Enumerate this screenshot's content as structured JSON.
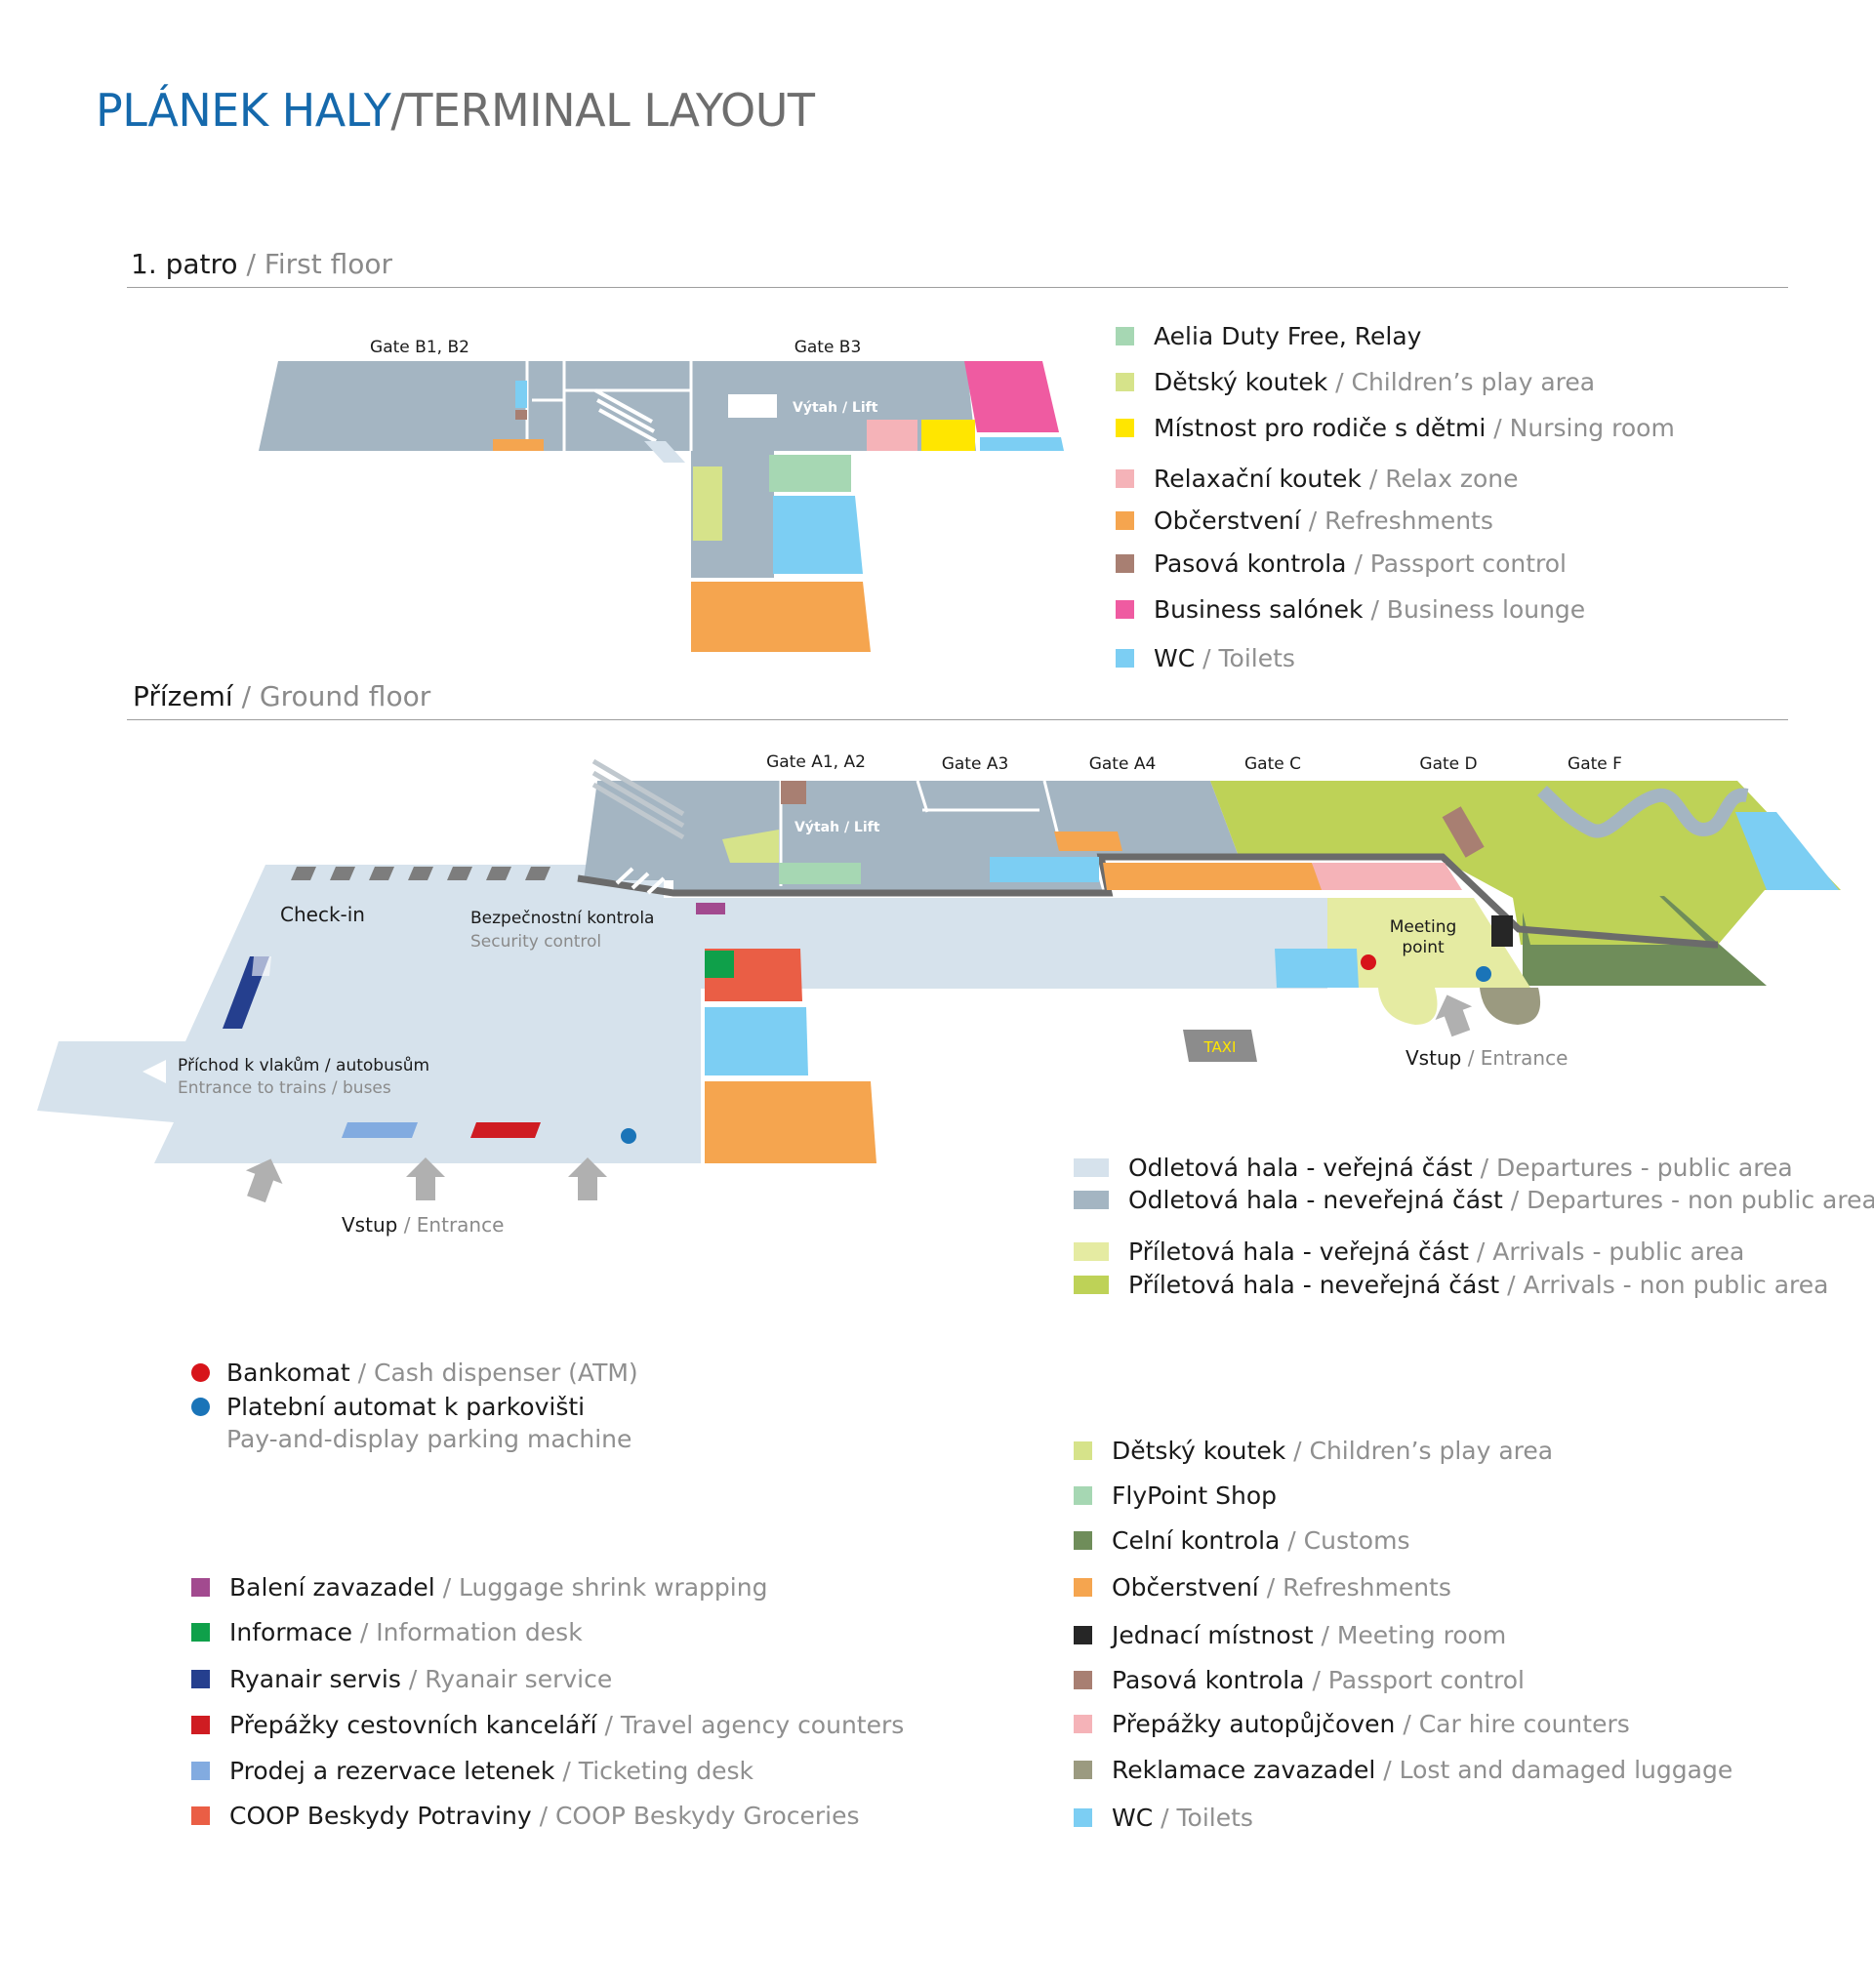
{
  "title": {
    "cz": "PLÁNEK HALY",
    "sep": "/",
    "en": "TERMINAL LAYOUT"
  },
  "first_floor": {
    "heading_cz": "1. patro",
    "heading_en": "/ First floor",
    "labels": {
      "gate_b1_b2": "Gate B1, B2",
      "gate_b3": "Gate B3",
      "lift": "Výtah / Lift"
    },
    "legend": [
      {
        "cz": "Aelia Duty Free, Relay",
        "en": "",
        "color": "#a6d7b3"
      },
      {
        "cz": "Dětský koutek",
        "en": "/ Children’s play area",
        "color": "#d6e38a"
      },
      {
        "cz": "Místnost pro rodiče s dětmi",
        "en": "/ Nursing room",
        "color": "#ffe600"
      },
      {
        "cz": "Relaxační koutek",
        "en": "/ Relax zone",
        "color": "#f5b3b8"
      },
      {
        "cz": "Občerstvení",
        "en": "/ Refreshments",
        "color": "#f5a54f"
      },
      {
        "cz": "Pasová kontrola",
        "en": "/ Passport control",
        "color": "#a87f72"
      },
      {
        "cz": "Business salónek",
        "en": "/ Business lounge",
        "color": "#ef5ba1"
      },
      {
        "cz": "WC",
        "en": "/ Toilets",
        "color": "#7ccef3"
      }
    ]
  },
  "ground_floor": {
    "heading_cz": "Přízemí",
    "heading_en": "/ Ground floor",
    "labels": {
      "gate_a1_a2": "Gate A1, A2",
      "gate_a3": "Gate A3",
      "gate_a4": "Gate A4",
      "gate_c": "Gate C",
      "gate_d": "Gate D",
      "gate_f": "Gate F",
      "lift": "Výtah / Lift",
      "checkin": "Check-in",
      "security_cz": "Bezpečnostní kontrola",
      "security_en": "Security control",
      "trains_cz": "Příchod k vlakům / autobusům",
      "trains_en": "Entrance to trains / buses",
      "meeting": "Meeting",
      "meeting2": "point",
      "taxi": "TAXI",
      "entrance_cz": "Vstup",
      "entrance_en": "/ Entrance"
    },
    "area_legend": [
      {
        "cz": "Odletová hala - veřejná část",
        "en": "/ Departures - public area",
        "color": "#d6e2ec"
      },
      {
        "cz": "Odletová hala - neveřejná část",
        "en": "/ Departures - non public area",
        "color": "#a4b5c2"
      },
      {
        "cz": "Příletová hala - veřejná část",
        "en": "/ Arrivals - public area",
        "color": "#e5eba2"
      },
      {
        "cz": "Příletová hala - neveřejná část",
        "en": "/ Arrivals - non public area",
        "color": "#bed257"
      }
    ],
    "points_legend": [
      {
        "cz": "Bankomat",
        "en": "/ Cash dispenser (ATM)",
        "color": "#d7141a"
      },
      {
        "cz": "Platební automat k parkovišti",
        "en": "Pay-and-display parking machine",
        "color": "#1a74b8"
      }
    ],
    "services_left": [
      {
        "cz": "Balení zavazadel",
        "en": "/ Luggage shrink wrapping",
        "color": "#a24a8f"
      },
      {
        "cz": "Informace",
        "en": "/ Information desk",
        "color": "#0fa04a"
      },
      {
        "cz": "Ryanair servis",
        "en": "/ Ryanair service",
        "color": "#253f8e"
      },
      {
        "cz": "Přepážky cestovních kanceláří",
        "en": "/ Travel agency counters",
        "color": "#cf1c22"
      },
      {
        "cz": "Prodej a rezervace letenek",
        "en": "/ Ticketing desk",
        "color": "#82abe0"
      },
      {
        "cz": "COOP Beskydy Potraviny",
        "en": "/ COOP Beskydy Groceries",
        "color": "#ea5e45"
      }
    ],
    "services_right": [
      {
        "cz": "Dětský koutek",
        "en": "/ Children’s play area",
        "color": "#d6e38a"
      },
      {
        "cz": "FlyPoint Shop",
        "en": "",
        "color": "#a6d7b3"
      },
      {
        "cz": "Celní kontrola",
        "en": "/ Customs",
        "color": "#6f8d5a"
      },
      {
        "cz": "Občerstvení",
        "en": "/ Refreshments",
        "color": "#f5a54f"
      },
      {
        "cz": "Jednací místnost",
        "en": "/ Meeting room",
        "color": "#262626"
      },
      {
        "cz": "Pasová kontrola",
        "en": "/ Passport control",
        "color": "#a87f72"
      },
      {
        "cz": "Přepážky autopůjčoven",
        "en": "/ Car hire counters",
        "color": "#f5b3b8"
      },
      {
        "cz": "Reklamace zavazadel",
        "en": "/ Lost and damaged luggage",
        "color": "#9b9a80"
      },
      {
        "cz": "WC",
        "en": "/ Toilets",
        "color": "#7ccef3"
      }
    ]
  }
}
